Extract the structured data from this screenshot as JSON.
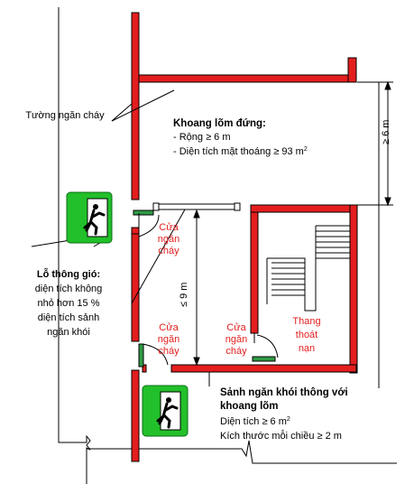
{
  "labels": {
    "firewall": "Tường ngăn cháy",
    "fire_door": "Cửa ngăn cháy",
    "recess_title": "Khoang lõm đứng:",
    "recess_width": "- Rộng ≥ 6 m",
    "recess_area": "- Diện tích mặt thoáng ≥ 93 m",
    "recess_area_exp": "2",
    "depth_dim": "≥ 6 m",
    "height_dim": "≤ 9 m",
    "vent_title": "Lỗ thông gió:",
    "vent_line1": "diện tích không",
    "vent_line2": "nhỏ hơn 15 %",
    "vent_line3": "diện tích sảnh",
    "vent_line4": "ngăn khói",
    "stair_line1": "Thang",
    "stair_line2": "thoát",
    "stair_line3": "nạn",
    "lobby_title_1": "Sảnh ngăn khói thông với",
    "lobby_title_2": "khoang lõm",
    "lobby_area": "Diện tích ≥ 6 m",
    "lobby_area_exp": "2",
    "lobby_dim": "Kích thước mỗi chiều ≥ 2 m"
  },
  "icons": [
    "exit-sign-icon",
    "exit-sign-icon"
  ],
  "colors": {
    "wall": "#e41e1e",
    "exit_sign": "#22c02a",
    "door": "#2f9b46"
  }
}
